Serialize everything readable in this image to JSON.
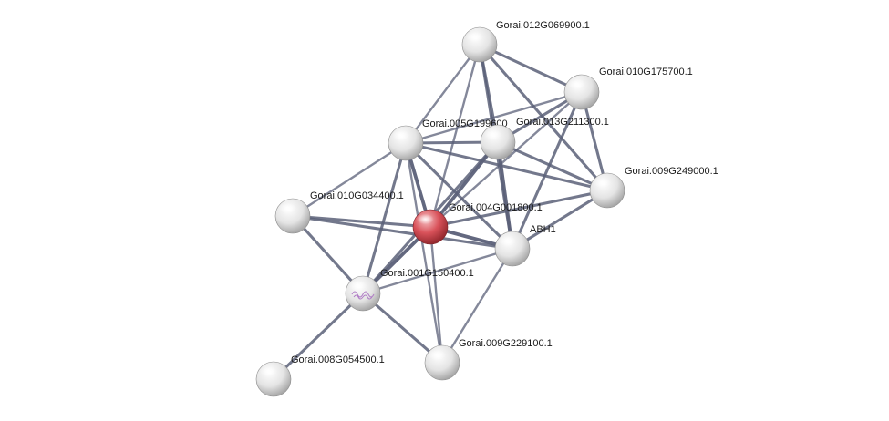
{
  "network": {
    "colors": {
      "query_node": "#d9525a",
      "node": "#e2e2e2",
      "edge": "#5b6078"
    },
    "nodes": [
      {
        "id": "n1",
        "label": "Gorai.004G001800.1",
        "query": true
      },
      {
        "id": "n2",
        "label": "Gorai.012G069900.1",
        "query": false
      },
      {
        "id": "n3",
        "label": "Gorai.010G175700.1",
        "query": false
      },
      {
        "id": "n4",
        "label": "Gorai.005G199600",
        "query": false
      },
      {
        "id": "n5",
        "label": "Gorai.013G211300.1",
        "query": false
      },
      {
        "id": "n6",
        "label": "Gorai.009G249000.1",
        "query": false
      },
      {
        "id": "n7",
        "label": "Gorai.010G034400.1",
        "query": false
      },
      {
        "id": "n8",
        "label": "ABH1",
        "query": false
      },
      {
        "id": "n9",
        "label": "Gorai.001G150400.1",
        "query": false,
        "structure_icon": true
      },
      {
        "id": "n10",
        "label": "Gorai.009G229100.1",
        "query": false
      },
      {
        "id": "n11",
        "label": "Gorai.008G054500.1",
        "query": false
      }
    ],
    "edges": [
      {
        "source": "n2",
        "target": "n3",
        "weight": 3
      },
      {
        "source": "n2",
        "target": "n4",
        "weight": 2
      },
      {
        "source": "n2",
        "target": "n5",
        "weight": 3
      },
      {
        "source": "n2",
        "target": "n6",
        "weight": 3
      },
      {
        "source": "n2",
        "target": "n1",
        "weight": 2
      },
      {
        "source": "n2",
        "target": "n8",
        "weight": 3
      },
      {
        "source": "n3",
        "target": "n4",
        "weight": 2
      },
      {
        "source": "n3",
        "target": "n5",
        "weight": 3
      },
      {
        "source": "n3",
        "target": "n6",
        "weight": 3
      },
      {
        "source": "n3",
        "target": "n1",
        "weight": 2
      },
      {
        "source": "n3",
        "target": "n8",
        "weight": 3
      },
      {
        "source": "n4",
        "target": "n5",
        "weight": 3
      },
      {
        "source": "n4",
        "target": "n6",
        "weight": 3
      },
      {
        "source": "n4",
        "target": "n1",
        "weight": 4
      },
      {
        "source": "n4",
        "target": "n7",
        "weight": 2
      },
      {
        "source": "n4",
        "target": "n8",
        "weight": 3
      },
      {
        "source": "n4",
        "target": "n9",
        "weight": 3
      },
      {
        "source": "n4",
        "target": "n10",
        "weight": 2
      },
      {
        "source": "n5",
        "target": "n6",
        "weight": 3
      },
      {
        "source": "n5",
        "target": "n1",
        "weight": 4
      },
      {
        "source": "n5",
        "target": "n8",
        "weight": 4
      },
      {
        "source": "n5",
        "target": "n9",
        "weight": 3
      },
      {
        "source": "n6",
        "target": "n1",
        "weight": 3
      },
      {
        "source": "n6",
        "target": "n8",
        "weight": 3
      },
      {
        "source": "n7",
        "target": "n1",
        "weight": 3
      },
      {
        "source": "n7",
        "target": "n8",
        "weight": 3
      },
      {
        "source": "n7",
        "target": "n9",
        "weight": 3
      },
      {
        "source": "n1",
        "target": "n8",
        "weight": 4
      },
      {
        "source": "n1",
        "target": "n9",
        "weight": 4
      },
      {
        "source": "n1",
        "target": "n10",
        "weight": 2
      },
      {
        "source": "n8",
        "target": "n9",
        "weight": 2
      },
      {
        "source": "n8",
        "target": "n10",
        "weight": 2
      },
      {
        "source": "n9",
        "target": "n10",
        "weight": 3
      },
      {
        "source": "n9",
        "target": "n11",
        "weight": 3
      }
    ]
  }
}
